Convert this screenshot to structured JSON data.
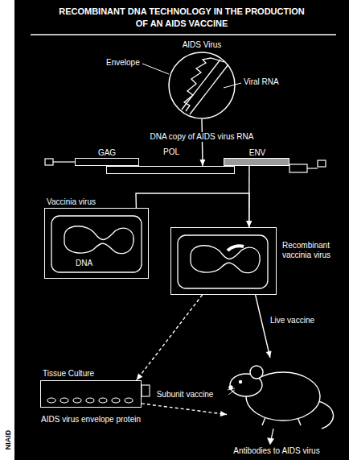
{
  "diagram": {
    "title": "RECOMBINANT DNA TECHNOLOGY IN THE PRODUCTION OF AN AIDS VACCINE",
    "nodes": [
      {
        "text": [
          "AIDS Virus"
        ]
      },
      {
        "text": [
          "GAG"
        ]
      },
      {
        "text": [
          "POL"
        ]
      },
      {
        "text": [
          "ENV"
        ]
      },
      {
        "text": [
          "Vaccinia virus"
        ]
      },
      {
        "text": [
          "Recombinant vaccinia virus"
        ]
      },
      {
        "text": [
          "Tissue Culture",
          "AIDS virus envelope protein"
        ]
      },
      {
        "text": [
          "Antibodies to AIDS virus"
        ]
      }
    ],
    "edges": [
      {
        "from": 0,
        "to": 2,
        "label": "DNA copy of AIDS virus RNA",
        "arrow": "to"
      },
      {
        "from": 3,
        "to": 5,
        "arrow": "to"
      },
      {
        "from": 4,
        "to": 5,
        "arrow": "to"
      },
      {
        "from": 5,
        "to": 6,
        "arrow": "to"
      },
      {
        "from": 5,
        "to": 7,
        "label": "Live vaccine",
        "arrow": "to"
      },
      {
        "from": 6,
        "to": 7,
        "label": "Subunit vaccine",
        "arrow": "to"
      }
    ],
    "labels": [
      "Envelope",
      "Viral RNA",
      "DNA",
      "NIAID"
    ]
  }
}
